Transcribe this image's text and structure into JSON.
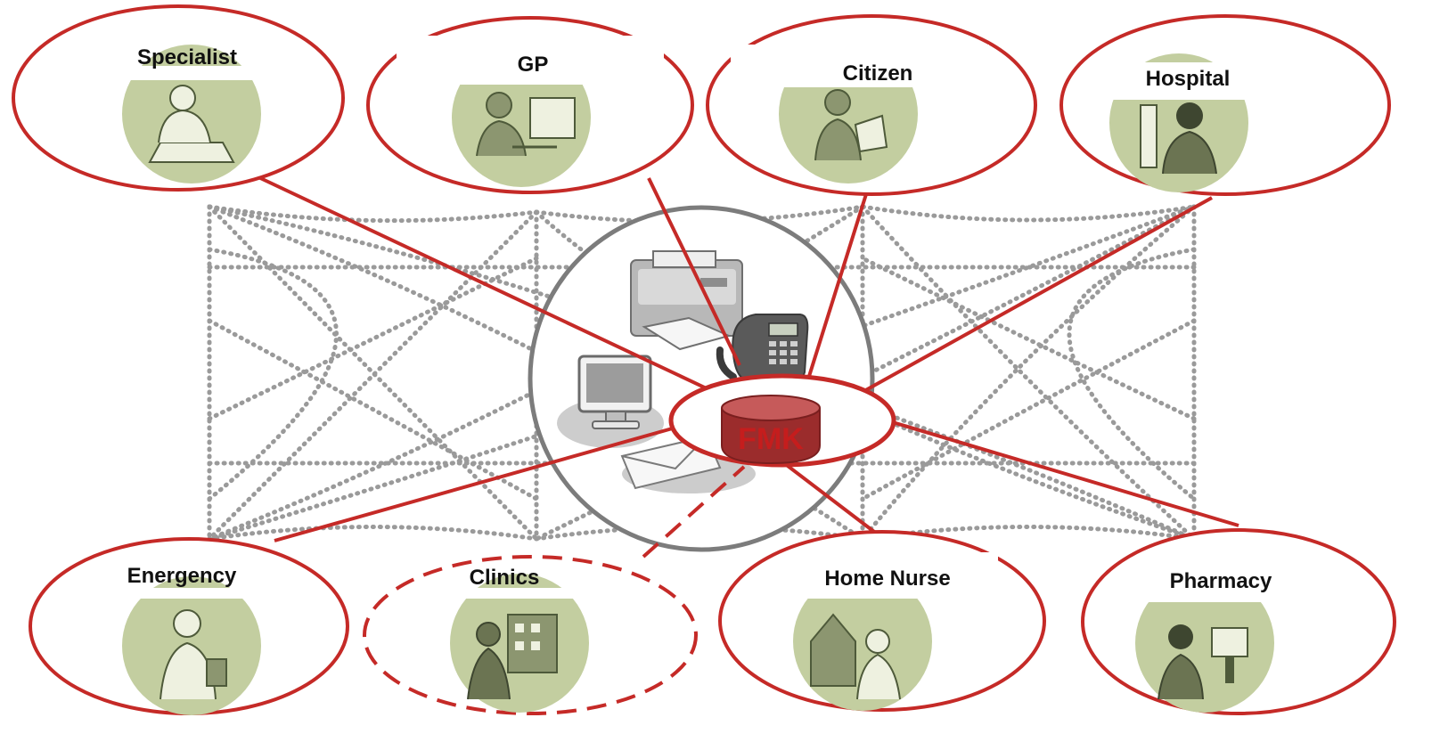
{
  "diagram": {
    "hub_label": "FMK",
    "accent_color": "#c52a27",
    "mesh_color": "#9a9a9a",
    "node_fill_color": "#c3cea0",
    "channel_icons": [
      "printer-icon",
      "telephone-icon",
      "monitor-icon",
      "envelope-icon"
    ],
    "nodes": [
      {
        "id": "specialist",
        "label": "Specialist",
        "icon": "person-with-laptop-icon",
        "connection": "solid"
      },
      {
        "id": "gp",
        "label": "GP",
        "icon": "doctor-at-computer-icon",
        "connection": "solid"
      },
      {
        "id": "citizen",
        "label": "Citizen",
        "icon": "citizen-icon",
        "connection": "solid"
      },
      {
        "id": "hospital",
        "label": "Hospital",
        "icon": "hospital-staff-icon",
        "connection": "solid"
      },
      {
        "id": "energency",
        "label": "Energency",
        "icon": "emergency-staff-icon",
        "connection": "solid"
      },
      {
        "id": "clinics",
        "label": "Clinics",
        "icon": "clinic-building-icon",
        "connection": "dashed"
      },
      {
        "id": "home-nurse",
        "label": "Home Nurse",
        "icon": "home-nurse-icon",
        "connection": "solid"
      },
      {
        "id": "pharmacy",
        "label": "Pharmacy",
        "icon": "pharmacist-icon",
        "connection": "solid"
      }
    ]
  }
}
